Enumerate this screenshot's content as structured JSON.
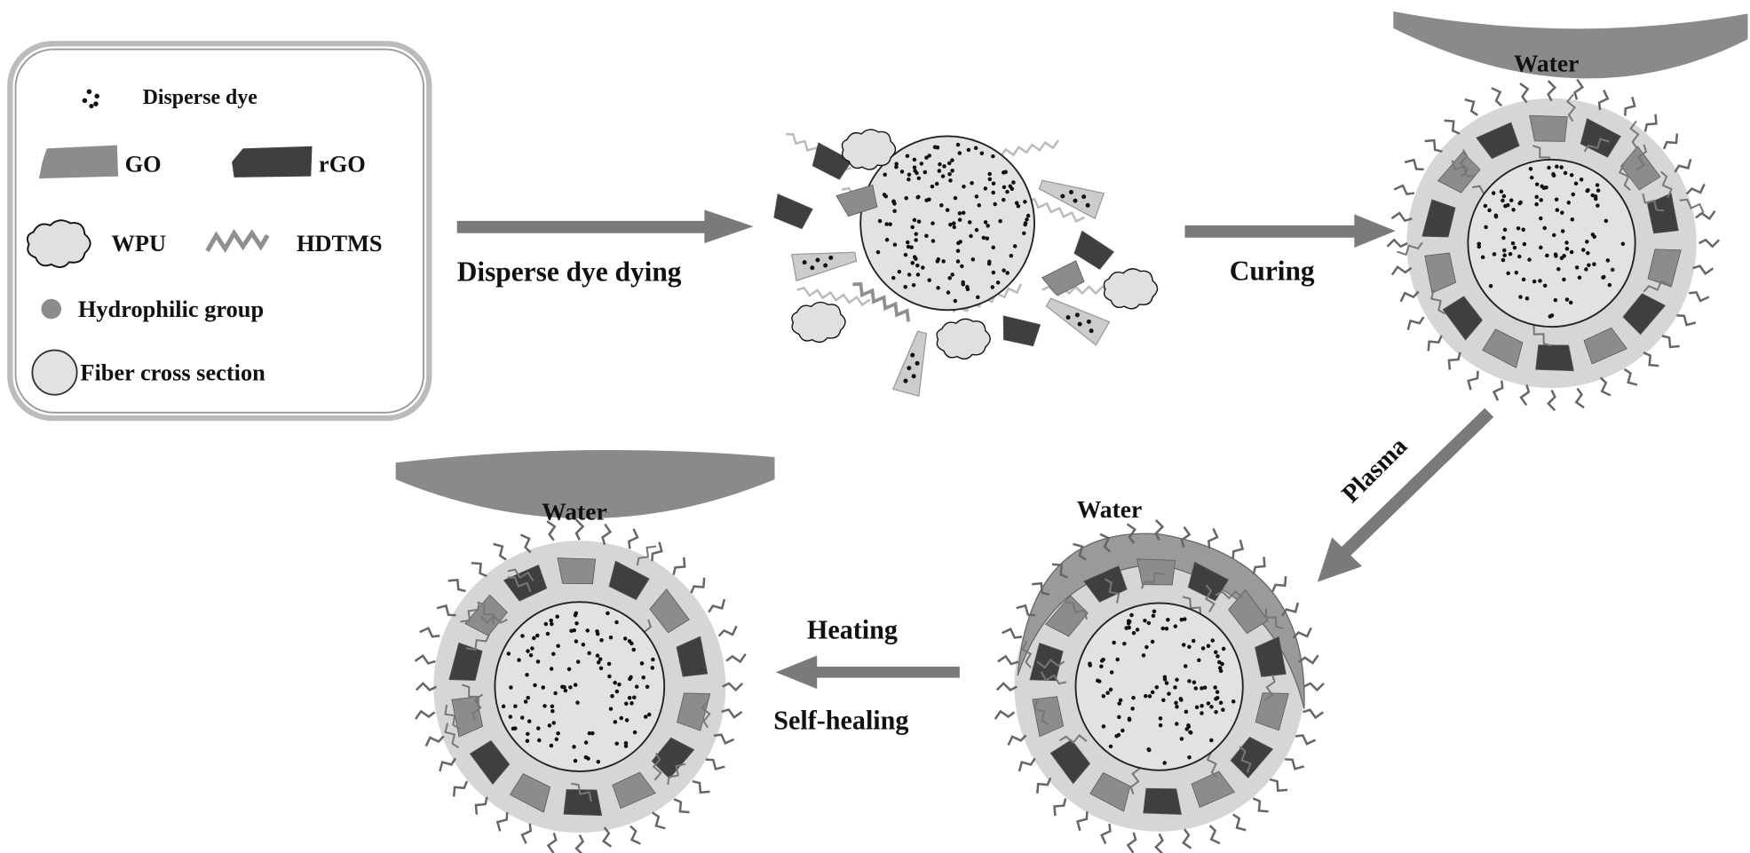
{
  "legend": {
    "disperse_dye": "Disperse dye",
    "go": "GO",
    "rgo": "rGO",
    "wpu": "WPU",
    "hdtms": "HDTMS",
    "hydrophilic_group": "Hydrophilic group",
    "fiber_cross_section": "Fiber cross section"
  },
  "steps": {
    "dyeing": "Disperse dye dying",
    "curing": "Curing",
    "plasma": "Plasma",
    "heating": "Heating",
    "self_healing": "Self-healing"
  },
  "water_labels": {
    "top_right": "Water",
    "bottom_right": "Water",
    "bottom_left": "Water"
  },
  "colors": {
    "arrow": "#7a7a7a",
    "go": "#8c8c8c",
    "rgo": "#3f3f3f",
    "fiber_fill": "#e2e2e2",
    "water_surface": "#8a8a8a",
    "hdtms": "#8f8f8f"
  }
}
